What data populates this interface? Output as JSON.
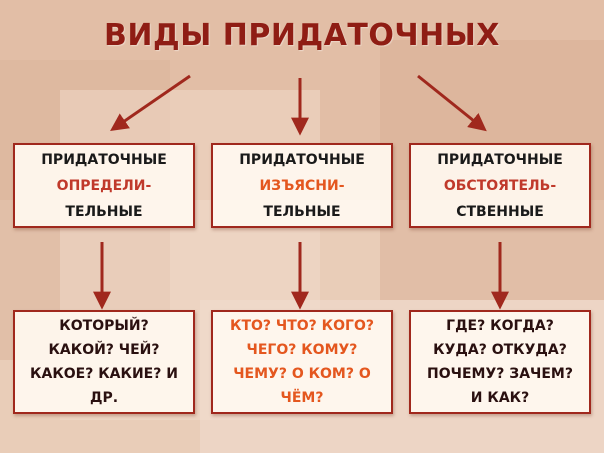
{
  "title": "ВИДЫ  ПРИДАТОЧНЫХ",
  "colors": {
    "title": "#8f1d14",
    "border": "#a0281d",
    "arrow": "#a0281d",
    "red_text": "#c0392b",
    "orange_text": "#e4571f"
  },
  "types": [
    {
      "line1": "ПРИДАТОЧНЫЕ",
      "line2": "ОПРЕДЕЛИ-",
      "line3": "ТЕЛЬНЫЕ"
    },
    {
      "line1": "ПРИДАТОЧНЫЕ",
      "line2": "ИЗЪЯСНИ-",
      "line3": "ТЕЛЬНЫЕ"
    },
    {
      "line1": "ПРИДАТОЧНЫЕ",
      "line2": "ОБСТОЯТЕЛЬ-",
      "line3": "СТВЕННЫЕ"
    }
  ],
  "questions": [
    {
      "lines": [
        "КОТОРЫЙ?",
        "КАКОЙ? ЧЕЙ?",
        "КАКОЕ? КАКИЕ? И",
        "ДР."
      ]
    },
    {
      "lines": [
        "КТО? ЧТО? КОГО?",
        "ЧЕГО? КОМУ?",
        "ЧЕМУ?  О КОМ? О",
        "ЧЁМ?"
      ]
    },
    {
      "lines": [
        "ГДЕ? КОГДА?",
        "КУДА? ОТКУДА?",
        "ПОЧЕМУ?  ЗАЧЕМ?",
        "И КАК?"
      ]
    }
  ]
}
